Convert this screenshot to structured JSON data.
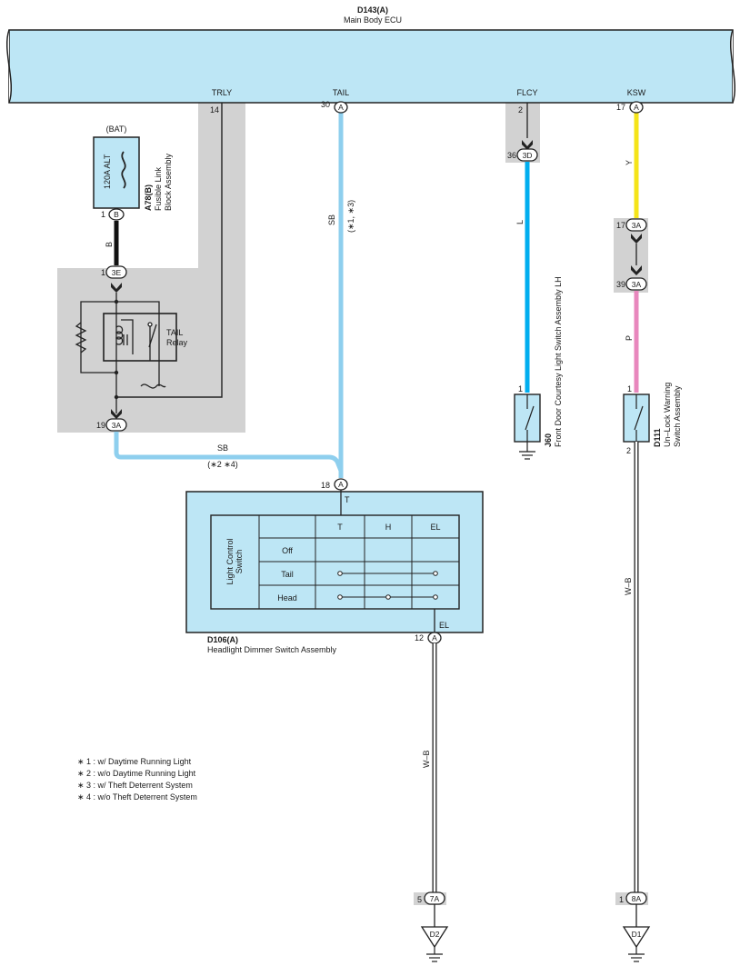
{
  "ecu": {
    "id": "D143(A)",
    "name": "Main Body ECU"
  },
  "ecu_terminals": {
    "trly": {
      "name": "TRLY",
      "pin": "14"
    },
    "tail": {
      "name": "TAIL",
      "pin": "30",
      "conn": "A"
    },
    "flcy": {
      "name": "FLCY",
      "pin": "2"
    },
    "ksw": {
      "name": "KSW",
      "pin": "17",
      "conn": "A"
    }
  },
  "fusible_link": {
    "bat": "(BAT)",
    "rating": "120A ALT",
    "id": "A78(B)",
    "name_line1": "Fusible Link",
    "name_line2": "Block Assembly",
    "pin": "1",
    "conn": "B",
    "wire_color": "B"
  },
  "relay": {
    "name_line1": "TAIL",
    "name_line2": "Relay",
    "top_pin": "1",
    "top_conn": "3E",
    "bottom_pin": "19",
    "bottom_conn": "3A"
  },
  "wires": {
    "tail_color": "SB",
    "tail_note": "(∗1, ∗3)",
    "relay_out_color": "SB",
    "relay_out_note": "(∗2 ∗4)",
    "flcy_color": "L",
    "ksw_color_top": "Y",
    "ksw_color_bottom": "P",
    "dimmer_ground_color": "W–B",
    "ksw_ground_color": "W–B"
  },
  "flcy_connector": {
    "pin": "36",
    "conn": "3D"
  },
  "ksw_connectors": {
    "upper": {
      "pin": "17",
      "conn": "3A"
    },
    "lower": {
      "pin": "39",
      "conn": "3A"
    }
  },
  "courtesy_switch": {
    "pin": "1",
    "id": "J60",
    "name": "Front Door Courtesy Light Switch Assembly LH"
  },
  "unlock_switch": {
    "pin_top": "1",
    "pin_bottom": "2",
    "id": "D111",
    "name_line1": "Un–Lock Warning",
    "name_line2": "Switch Assembly"
  },
  "dimmer": {
    "input_pin": "18",
    "input_conn": "A",
    "t_label": "T",
    "el_label": "EL",
    "output_pin": "12",
    "output_conn": "A",
    "id": "D106(A)",
    "name": "Headlight Dimmer Switch Assembly",
    "switch_name_line1": "Light Control",
    "switch_name_line2": "Switch",
    "columns": [
      "T",
      "H",
      "EL"
    ],
    "rows": [
      "Off",
      "Tail",
      "Head"
    ]
  },
  "grounds": {
    "d2": {
      "pin": "5",
      "conn": "7A",
      "label": "D2"
    },
    "d1": {
      "pin": "1",
      "conn": "8A",
      "label": "D1"
    }
  },
  "notes": [
    "∗ 1 : w/ Daytime Running Light",
    "∗ 2 : w/o Daytime Running Light",
    "∗ 3 : w/ Theft Deterrent System",
    "∗ 4 : w/o Theft Deterrent System"
  ],
  "colors": {
    "ecu_fill": "#bde6f5",
    "panel_gray": "#d2d2d2",
    "sb_wire": "#8ecfee",
    "l_wire": "#00aeef",
    "y_wire": "#f5e419",
    "p_wire": "#e887bd"
  }
}
